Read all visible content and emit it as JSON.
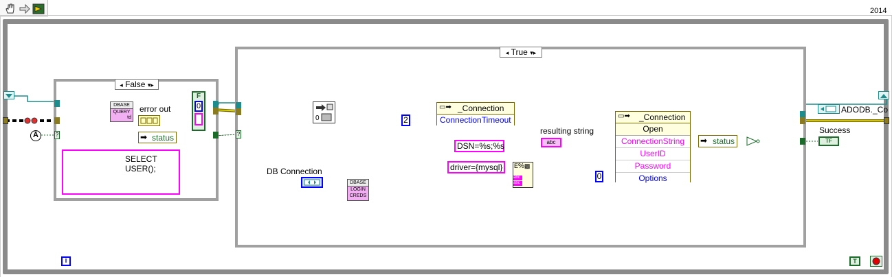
{
  "toolbar": {
    "operate_icon": "hand-icon",
    "highlight_icon": "arrow-icon",
    "run_icon": "run-icon",
    "version": "2014"
  },
  "outer_case": {
    "selector": "False"
  },
  "inner_case": {
    "selector": "True"
  },
  "false_case": {
    "dbase_query_title": "DBASE",
    "dbase_query_label": "QUERY",
    "dbase_query_sub": "td",
    "error_out_label": "error out",
    "status_label": "status",
    "query_string": "SELECT USER();",
    "bundle_top": "F",
    "bundle_value": "0"
  },
  "true_case": {
    "connection_label1": "_Connection",
    "connection_timeout_prop": "ConnectionTimeout",
    "timeout_value": "2",
    "db_connection_label": "DB Connection",
    "dbase_login_title": "DBASE",
    "dbase_login_label": "LOGIN",
    "dbase_login_sub": "CREDS",
    "dsn_format": "DSN=%s;%s",
    "driver_string": "driver={mysql}",
    "format_node": "%",
    "resulting_string_label": "resulting string",
    "abc_label": "abc",
    "connection_label2": "_Connection",
    "open_method": "Open",
    "params": [
      "ConnectionString",
      "UserID",
      "Password",
      "Options"
    ],
    "options_value": "0",
    "status_label": "status"
  },
  "outputs": {
    "adodb_label": "ADODB._Co",
    "success_label": "Success",
    "success_indicator": "TF"
  },
  "bottom": {
    "info_icon": "i",
    "loop_term": "T",
    "stop_icon": "stop-icon"
  }
}
